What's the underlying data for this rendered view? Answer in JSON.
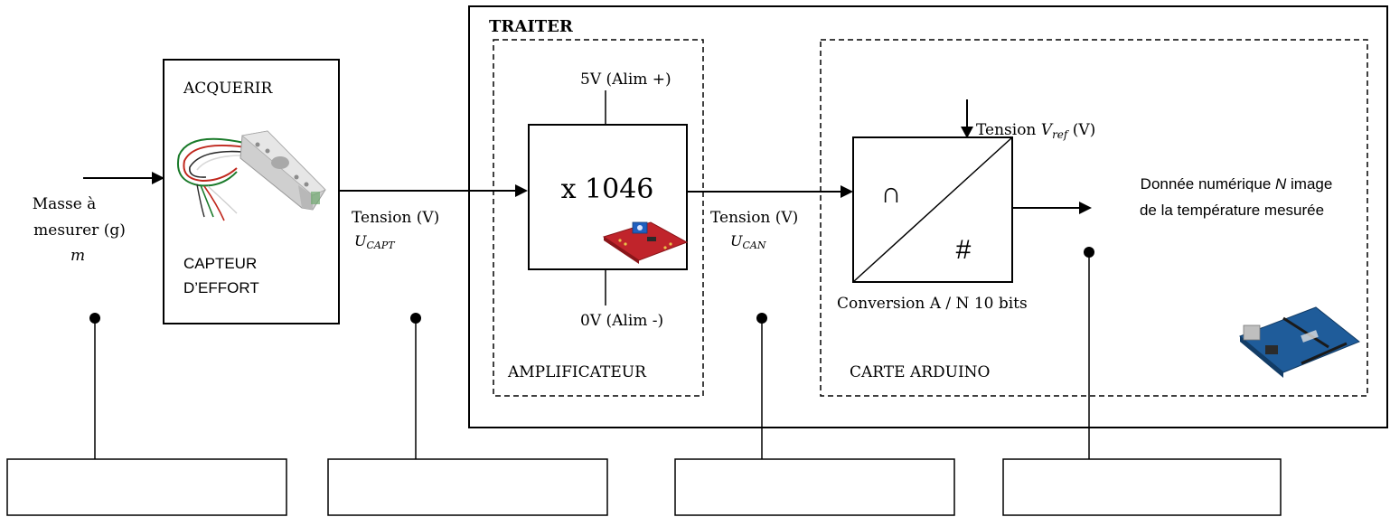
{
  "input": {
    "line1": "Masse à",
    "line2": "mesurer (g)",
    "symbol": "m"
  },
  "acquerir": {
    "title": "ACQUERIR",
    "sensor_line1": "CAPTEUR",
    "sensor_line2": "D’EFFORT"
  },
  "traiter": {
    "title": "TRAITER"
  },
  "signal_capt": {
    "label": "Tension (V)",
    "symbol": "U",
    "subscript": "CAPT"
  },
  "amplifier": {
    "gain": "x 1046",
    "supply_plus": "5V (Alim +)",
    "supply_minus": "0V (Alim -)",
    "label": "AMPLIFICATEUR"
  },
  "signal_can": {
    "label": "Tension (V)",
    "symbol": "U",
    "subscript": "CAN"
  },
  "converter": {
    "ref_prefix": "Tension ",
    "ref_symbol": "V",
    "ref_subscript": "ref",
    "ref_unit": " (V)",
    "analog_glyph": "∩",
    "digital_glyph": "#",
    "caption": "Conversion A / N 10 bits",
    "board_label": "CARTE ARDUINO"
  },
  "output": {
    "line1_prefix": "Donnée numérique ",
    "line1_symbol": "N",
    "line1_suffix": " image",
    "line2": "de la température mesurée"
  }
}
